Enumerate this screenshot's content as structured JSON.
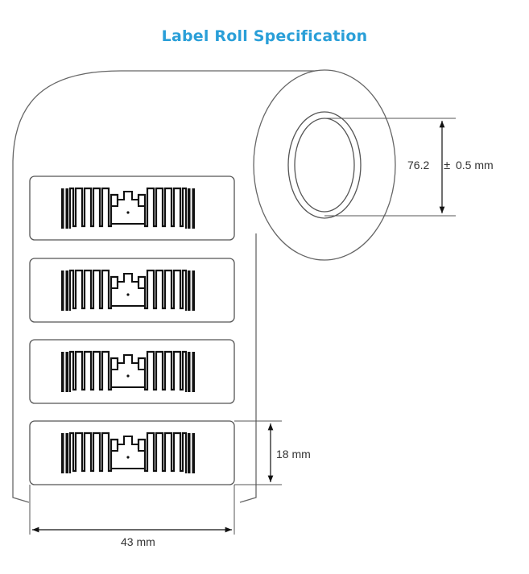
{
  "title": "Label Roll Specification",
  "dimensions": {
    "core_diameter": "76.2",
    "tolerance_symbol": "±",
    "tolerance_value": "0.5 mm",
    "label_height": "18 mm",
    "label_width": "43 mm"
  },
  "labels": [
    {
      "id": "label-1"
    },
    {
      "id": "label-2"
    },
    {
      "id": "label-3"
    },
    {
      "id": "label-4"
    }
  ],
  "colors": {
    "title": "#2a9fd8",
    "line": "#555555",
    "antenna": "#111111"
  },
  "icons": {
    "rfid_antenna": "rfid-inlay-icon",
    "roll": "label-roll-icon"
  }
}
